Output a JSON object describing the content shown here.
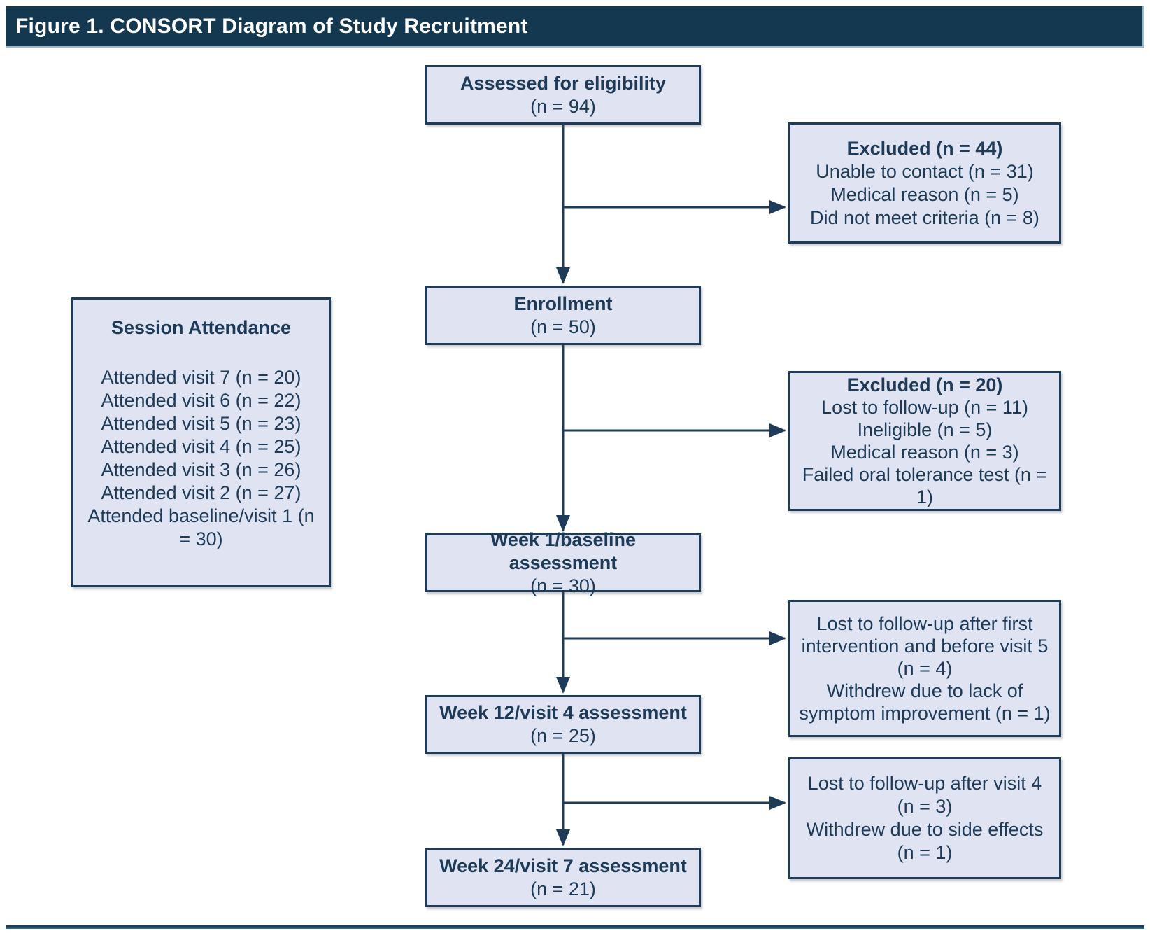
{
  "title_bar": {
    "text": "Figure 1. CONSORT Diagram of Study Recruitment"
  },
  "colors": {
    "bar_bg": "#14384f",
    "box_fill": "#dfe3f2",
    "box_border": "#1e3c59",
    "text_color": "#1d3b58",
    "line_color": "#1e3c59",
    "rule_top": "#1b3f58",
    "rule_bottom": "#2e7d96"
  },
  "boxes": {
    "assessed": {
      "title": "Assessed for eligibility",
      "n": "(n = 94)"
    },
    "excluded1": {
      "title": "Excluded (n = 44)",
      "lines": [
        "Unable to contact (n = 31)",
        "Medical reason (n = 5)",
        "Did not meet criteria (n = 8)"
      ]
    },
    "enrollment": {
      "title": "Enrollment",
      "n": "(n = 50)"
    },
    "session": {
      "title": "Session Attendance",
      "lines": [
        "Attended visit 7 (n = 20)",
        "Attended visit 6 (n = 22)",
        "Attended visit 5 (n = 23)",
        "Attended visit 4 (n = 25)",
        "Attended visit 3 (n = 26)",
        "Attended visit 2 (n = 27)",
        "Attended baseline/visit 1 (n = 30)"
      ]
    },
    "excluded2": {
      "title": "Excluded (n = 20)",
      "lines": [
        "Lost to follow-up (n = 11)",
        "Ineligible (n = 5)",
        "Medical reason (n = 3)",
        "Failed oral tolerance test (n = 1)"
      ]
    },
    "week1": {
      "title": "Week 1/baseline assessment",
      "n": "(n = 30)"
    },
    "lost1": {
      "lines": [
        "Lost to follow-up after first intervention and before visit 5 (n = 4)",
        "Withdrew due to lack of symptom improvement (n = 1)"
      ]
    },
    "week12": {
      "title": "Week 12/visit 4 assessment",
      "n": "(n = 25)"
    },
    "lost2": {
      "lines": [
        "Lost to follow-up after visit 4 (n = 3)",
        "Withdrew due to side effects (n = 1)"
      ]
    },
    "week24": {
      "title": "Week 24/visit 7 assessment",
      "n": "(n = 21)"
    }
  }
}
